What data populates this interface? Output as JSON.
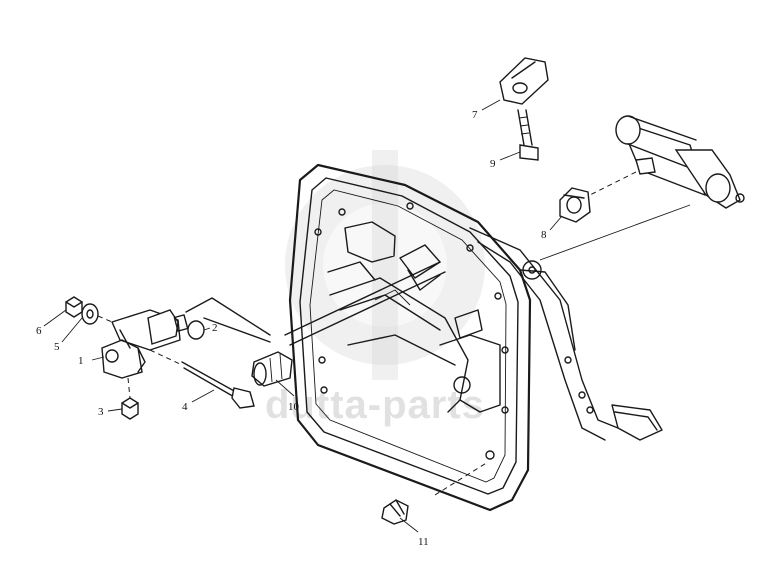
{
  "diagram": {
    "callouts": [
      {
        "id": "1",
        "label": "1"
      },
      {
        "id": "2",
        "label": "2"
      },
      {
        "id": "3",
        "label": "3"
      },
      {
        "id": "4",
        "label": "4"
      },
      {
        "id": "5",
        "label": "5"
      },
      {
        "id": "6",
        "label": "6"
      },
      {
        "id": "7",
        "label": "7"
      },
      {
        "id": "8",
        "label": "8"
      },
      {
        "id": "9",
        "label": "9"
      },
      {
        "id": "10",
        "label": "10"
      },
      {
        "id": "11",
        "label": "11"
      }
    ],
    "watermark": {
      "text": "dutta-parts"
    }
  }
}
